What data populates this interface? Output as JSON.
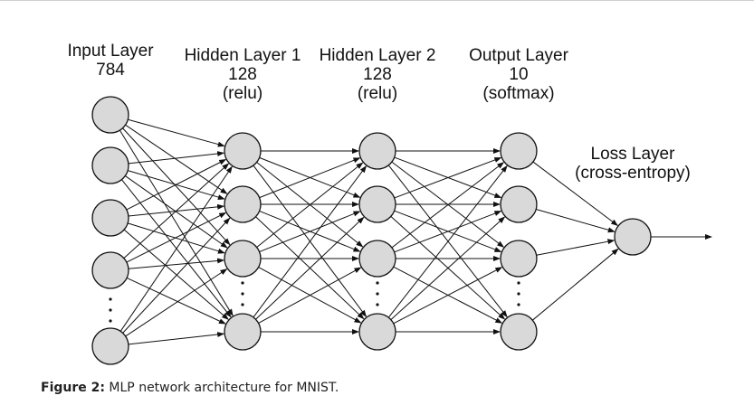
{
  "figure": {
    "layers": [
      {
        "id": "input",
        "lines": [
          "Input Layer",
          "784"
        ],
        "nodes": 5,
        "ellipsis": true
      },
      {
        "id": "hidden1",
        "lines": [
          "Hidden Layer 1",
          "128",
          "(relu)"
        ],
        "nodes": 4,
        "ellipsis": true
      },
      {
        "id": "hidden2",
        "lines": [
          "Hidden Layer 2",
          "128",
          "(relu)"
        ],
        "nodes": 4,
        "ellipsis": true
      },
      {
        "id": "output",
        "lines": [
          "Output Layer",
          "10",
          "(softmax)"
        ],
        "nodes": 4,
        "ellipsis": true
      },
      {
        "id": "loss",
        "lines": [
          "Loss Layer",
          "(cross-entropy)"
        ],
        "nodes": 1,
        "ellipsis": false
      }
    ],
    "colors": {
      "node_fill": "#d9d9d9",
      "node_stroke": "#111111",
      "edge": "#111111"
    }
  },
  "caption": {
    "label": "Figure 2:",
    "text": " MLP network architecture for MNIST."
  }
}
